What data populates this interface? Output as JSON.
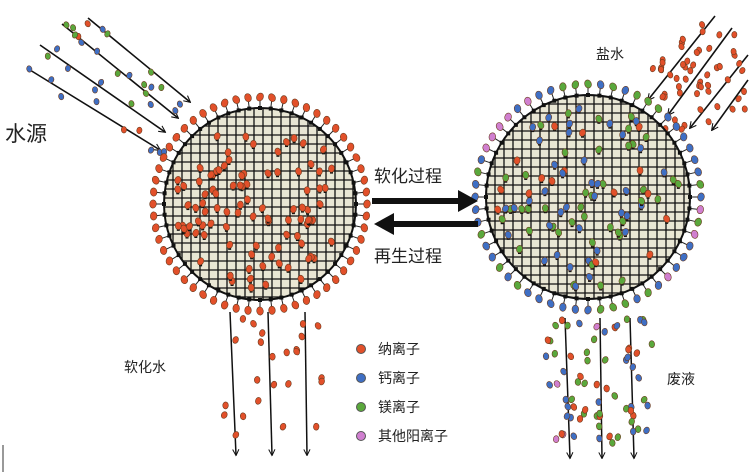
{
  "labels": {
    "water_source": "水源",
    "brine": "盐水",
    "softening": "软化过程",
    "regeneration": "再生过程",
    "soft_water": "软化水",
    "waste_liquid": "废液"
  },
  "legend": [
    {
      "label": "纳离子",
      "color": "#e2502a"
    },
    {
      "label": "钙离子",
      "color": "#3f6fc4"
    },
    {
      "label": "镁离子",
      "color": "#5aa83c"
    },
    {
      "label": "其他阳离子",
      "color": "#d07fd0"
    }
  ],
  "colors": {
    "sodium": "#e2502a",
    "calcium": "#3f6fc4",
    "magnesium": "#5aa83c",
    "other": "#d07fd0",
    "grid": "#111111",
    "resin_bg": "#e9e6d4"
  }
}
